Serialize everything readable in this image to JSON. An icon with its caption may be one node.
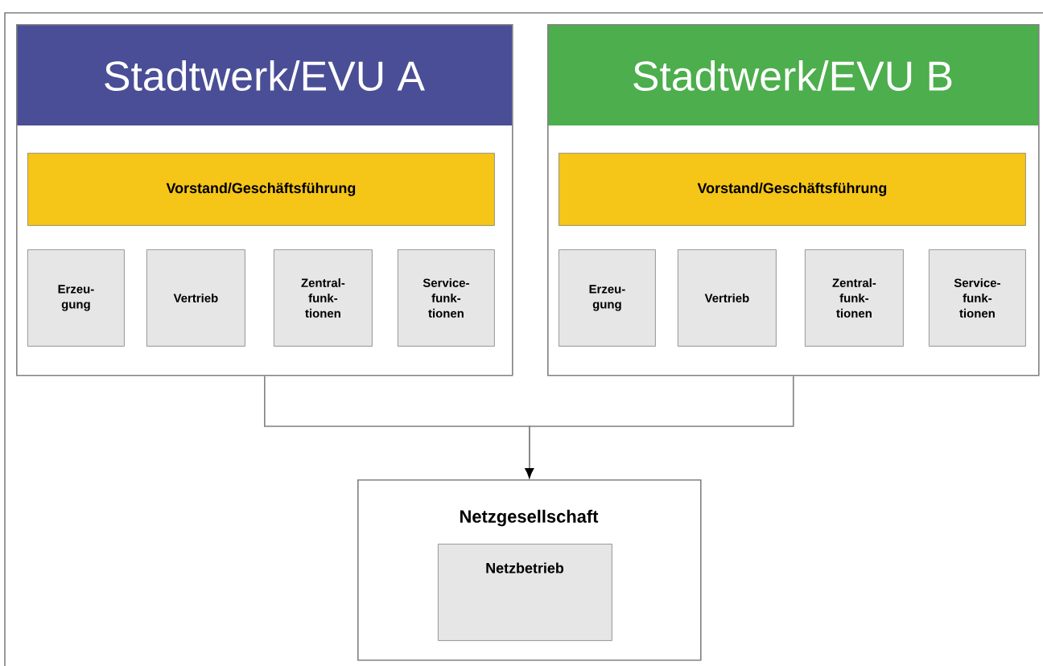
{
  "diagram": {
    "nodes": [
      {
        "text": [
          "Stadtwerk/EVU A"
        ]
      },
      {
        "text": [
          "Vorstand/Geschäftsführung"
        ],
        "in": 0
      },
      {
        "text": [
          "Erzeu- gung"
        ],
        "in": 0
      },
      {
        "text": [
          "Vertrieb"
        ],
        "in": 0
      },
      {
        "text": [
          "Zentral- funk- tionen"
        ],
        "in": 0
      },
      {
        "text": [
          "Service- funk- tionen"
        ],
        "in": 0
      },
      {
        "text": [
          "Stadtwerk/EVU B"
        ]
      },
      {
        "text": [
          "Vorstand/Geschäftsführung"
        ],
        "in": 6
      },
      {
        "text": [
          "Erzeu- gung"
        ],
        "in": 6
      },
      {
        "text": [
          "Vertrieb"
        ],
        "in": 6
      },
      {
        "text": [
          "Zentral- funk- tionen"
        ],
        "in": 6
      },
      {
        "text": [
          "Service- funk- tionen"
        ],
        "in": 6
      },
      {
        "text": [
          "Netzgesellschaft"
        ]
      },
      {
        "text": [
          "Netzbetrieb"
        ],
        "in": 12
      }
    ],
    "edges": [
      {
        "from": 0,
        "to": 12,
        "arrow": "to"
      },
      {
        "from": 6,
        "to": 12,
        "arrow": "to"
      }
    ]
  }
}
